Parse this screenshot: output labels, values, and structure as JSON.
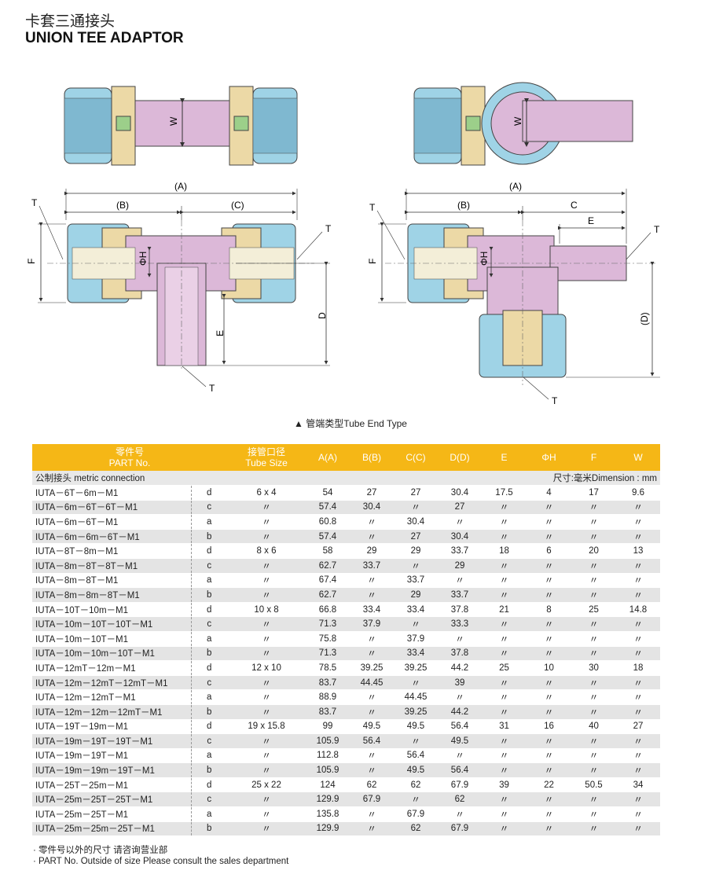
{
  "header": {
    "title_cn": "卡套三通接头",
    "title_en": "UNION TEE ADAPTOR"
  },
  "drawing": {
    "labels": {
      "A": "(A)",
      "B": "(B)",
      "C": "(C)",
      "C2": "C",
      "D": "D",
      "D2": "(D)",
      "E": "E",
      "F": "F",
      "T": "T",
      "W": "W",
      "PhiH": "ΦH"
    },
    "caption": "▲ 管端类型Tube End Type"
  },
  "table": {
    "headers": [
      {
        "cn": "零件号",
        "en": "PART No."
      },
      {
        "cn": "接管口径",
        "en": "Tube Size"
      },
      {
        "cn": "",
        "en": "A(A)"
      },
      {
        "cn": "",
        "en": "B(B)"
      },
      {
        "cn": "",
        "en": "C(C)"
      },
      {
        "cn": "",
        "en": "D(D)"
      },
      {
        "cn": "",
        "en": "E"
      },
      {
        "cn": "",
        "en": "ΦH"
      },
      {
        "cn": "",
        "en": "F"
      },
      {
        "cn": "",
        "en": "W"
      }
    ],
    "sub_left": "公制接头 metric connection",
    "sub_right": "尺寸:毫米Dimension : mm",
    "rows": [
      [
        "IUTA－6T－6m－M1",
        "d",
        "6 x 4",
        "54",
        "27",
        "27",
        "30.4",
        "17.5",
        "4",
        "17",
        "9.6"
      ],
      [
        "IUTA－6m－6T－6T－M1",
        "c",
        "〃",
        "57.4",
        "30.4",
        "〃",
        "27",
        "〃",
        "〃",
        "〃",
        "〃"
      ],
      [
        "IUTA－6m－6T－M1",
        "a",
        "〃",
        "60.8",
        "〃",
        "30.4",
        "〃",
        "〃",
        "〃",
        "〃",
        "〃"
      ],
      [
        "IUTA－6m－6m－6T－M1",
        "b",
        "〃",
        "57.4",
        "〃",
        "27",
        "30.4",
        "〃",
        "〃",
        "〃",
        "〃"
      ],
      [
        "IUTA－8T－8m－M1",
        "d",
        "8 x 6",
        "58",
        "29",
        "29",
        "33.7",
        "18",
        "6",
        "20",
        "13"
      ],
      [
        "IUTA－8m－8T－8T－M1",
        "c",
        "〃",
        "62.7",
        "33.7",
        "〃",
        "29",
        "〃",
        "〃",
        "〃",
        "〃"
      ],
      [
        "IUTA－8m－8T－M1",
        "a",
        "〃",
        "67.4",
        "〃",
        "33.7",
        "〃",
        "〃",
        "〃",
        "〃",
        "〃"
      ],
      [
        "IUTA－8m－8m－8T－M1",
        "b",
        "〃",
        "62.7",
        "〃",
        "29",
        "33.7",
        "〃",
        "〃",
        "〃",
        "〃"
      ],
      [
        "IUTA－10T－10m－M1",
        "d",
        "10 x 8",
        "66.8",
        "33.4",
        "33.4",
        "37.8",
        "21",
        "8",
        "25",
        "14.8"
      ],
      [
        "IUTA－10m－10T－10T－M1",
        "c",
        "〃",
        "71.3",
        "37.9",
        "〃",
        "33.3",
        "〃",
        "〃",
        "〃",
        "〃"
      ],
      [
        "IUTA－10m－10T－M1",
        "a",
        "〃",
        "75.8",
        "〃",
        "37.9",
        "〃",
        "〃",
        "〃",
        "〃",
        "〃"
      ],
      [
        "IUTA－10m－10m－10T－M1",
        "b",
        "〃",
        "71.3",
        "〃",
        "33.4",
        "37.8",
        "〃",
        "〃",
        "〃",
        "〃"
      ],
      [
        "IUTA－12mT－12m－M1",
        "d",
        "12 x 10",
        "78.5",
        "39.25",
        "39.25",
        "44.2",
        "25",
        "10",
        "30",
        "18"
      ],
      [
        "IUTA－12m－12mT－12mT－M1",
        "c",
        "〃",
        "83.7",
        "44.45",
        "〃",
        "39",
        "〃",
        "〃",
        "〃",
        "〃"
      ],
      [
        "IUTA－12m－12mT－M1",
        "a",
        "〃",
        "88.9",
        "〃",
        "44.45",
        "〃",
        "〃",
        "〃",
        "〃",
        "〃"
      ],
      [
        "IUTA－12m－12m－12mT－M1",
        "b",
        "〃",
        "83.7",
        "〃",
        "39.25",
        "44.2",
        "〃",
        "〃",
        "〃",
        "〃"
      ],
      [
        "IUTA－19T－19m－M1",
        "d",
        "19 x 15.8",
        "99",
        "49.5",
        "49.5",
        "56.4",
        "31",
        "16",
        "40",
        "27"
      ],
      [
        "IUTA－19m－19T－19T－M1",
        "c",
        "〃",
        "105.9",
        "56.4",
        "〃",
        "49.5",
        "〃",
        "〃",
        "〃",
        "〃"
      ],
      [
        "IUTA－19m－19T－M1",
        "a",
        "〃",
        "112.8",
        "〃",
        "56.4",
        "〃",
        "〃",
        "〃",
        "〃",
        "〃"
      ],
      [
        "IUTA－19m－19m－19T－M1",
        "b",
        "〃",
        "105.9",
        "〃",
        "49.5",
        "56.4",
        "〃",
        "〃",
        "〃",
        "〃"
      ],
      [
        "IUTA－25T－25m－M1",
        "d",
        "25 x 22",
        "124",
        "62",
        "62",
        "67.9",
        "39",
        "22",
        "50.5",
        "34"
      ],
      [
        "IUTA－25m－25T－25T－M1",
        "c",
        "〃",
        "129.9",
        "67.9",
        "〃",
        "62",
        "〃",
        "〃",
        "〃",
        "〃"
      ],
      [
        "IUTA－25m－25T－M1",
        "a",
        "〃",
        "135.8",
        "〃",
        "67.9",
        "〃",
        "〃",
        "〃",
        "〃",
        "〃"
      ],
      [
        "IUTA－25m－25m－25T－M1",
        "b",
        "〃",
        "129.9",
        "〃",
        "62",
        "67.9",
        "〃",
        "〃",
        "〃",
        "〃"
      ]
    ]
  },
  "footnotes": {
    "cn": "· 零件号以外的尺寸 请咨询营业部",
    "en": "· PART No. Outside of size Please consult the sales department"
  },
  "colors": {
    "header_bg": "#f5b716",
    "row_alt": "#e4e4e4",
    "pink": "#dcb8d8",
    "blue": "#9fd3e6",
    "gold": "#ecd9a6",
    "green": "#9ccf8a"
  }
}
